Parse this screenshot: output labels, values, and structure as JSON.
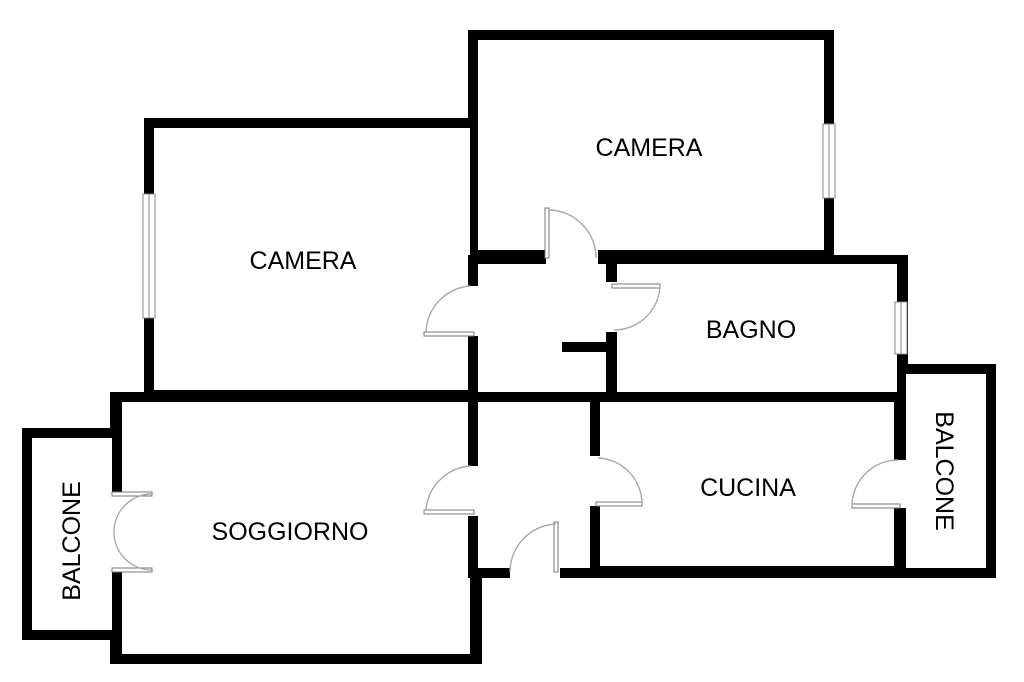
{
  "rooms": {
    "camera_top": "CAMERA",
    "camera_left": "CAMERA",
    "bagno": "BAGNO",
    "soggiorno": "SOGGIORNO",
    "cucina": "CUCINA",
    "balcone_left": "BALCONE",
    "balcone_right": "BALCONE"
  },
  "colors": {
    "wall": "#000000",
    "door": "#a8a8a8",
    "background": "#ffffff"
  }
}
